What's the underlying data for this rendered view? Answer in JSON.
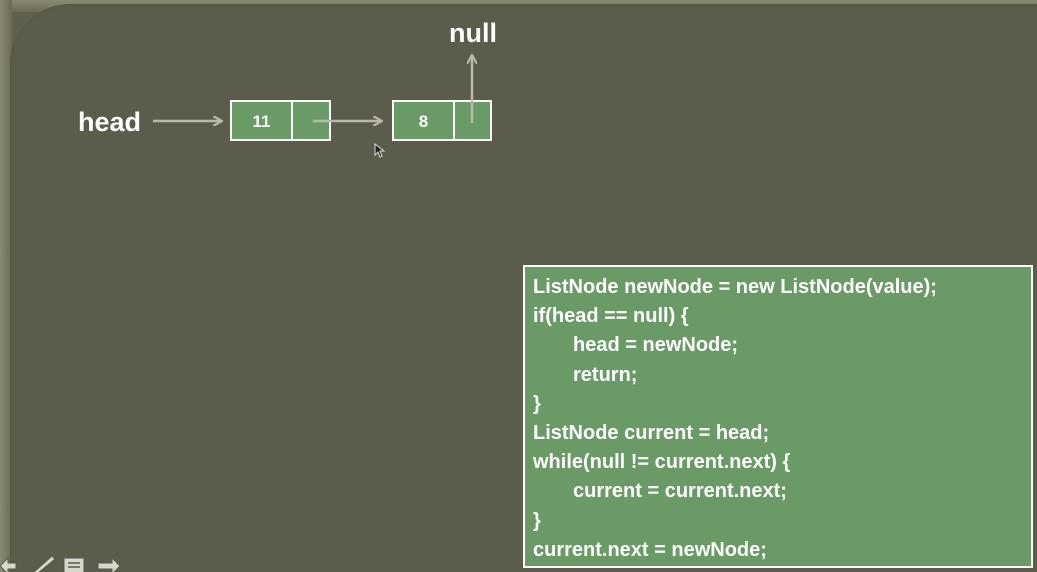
{
  "diagram": {
    "head_label": "head",
    "null_label": "null",
    "nodes": [
      {
        "value": "11"
      },
      {
        "value": "8"
      }
    ]
  },
  "code": {
    "lines": [
      {
        "text": "ListNode newNode = new ListNode(value);",
        "indent": false
      },
      {
        "text": "if(head == null) {",
        "indent": false
      },
      {
        "text": "head = newNode;",
        "indent": true
      },
      {
        "text": "return;",
        "indent": true
      },
      {
        "text": "}",
        "indent": false
      },
      {
        "text": "ListNode current = head;",
        "indent": false
      },
      {
        "text": "while(null != current.next) {",
        "indent": false
      },
      {
        "text": "current = current.next;",
        "indent": true
      },
      {
        "text": "}",
        "indent": false
      },
      {
        "text": "current.next = newNode;",
        "indent": false
      }
    ]
  },
  "colors": {
    "background": "#5f5f4d",
    "node_fill": "#6a9a66",
    "arrow": "#b9b9aa",
    "text": "#ffffff"
  },
  "toolbar": {
    "icons": [
      "back-arrow-icon",
      "pen-icon",
      "menu-icon",
      "forward-arrow-icon"
    ]
  }
}
